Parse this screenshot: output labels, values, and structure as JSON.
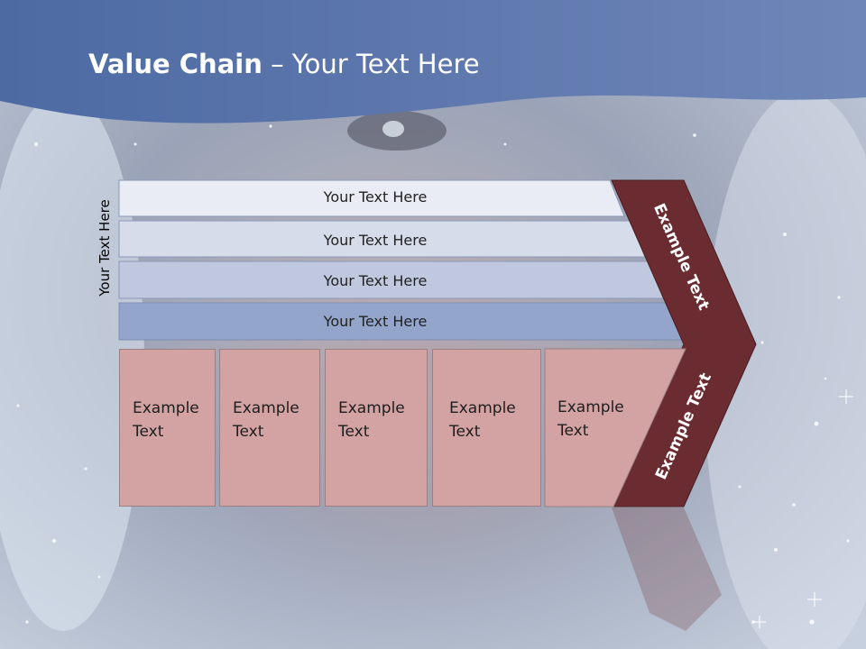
{
  "title": {
    "bold": "Value Chain",
    "rest": " – Your Text Here"
  },
  "side_label": "Your Text Here",
  "bars": [
    {
      "label": "Your Text Here"
    },
    {
      "label": "Your Text Here"
    },
    {
      "label": "Your Text Here"
    },
    {
      "label": "Your Text Here"
    }
  ],
  "boxes": [
    {
      "line1": "Example",
      "line2": "Text"
    },
    {
      "line1": "Example",
      "line2": "Text"
    },
    {
      "line1": "Example",
      "line2": "Text"
    },
    {
      "line1": "Example",
      "line2": "Text"
    },
    {
      "line1": "Example",
      "line2": "Text"
    }
  ],
  "chevron": {
    "upper": "Example Text",
    "lower": "Example Text"
  },
  "colors": {
    "header": "#5b74a8",
    "bar1": "#e9ecf4",
    "bar2": "#d6dcea",
    "bar3": "#bfc8de",
    "bar4": "#93a5cb",
    "box": "#d3a3a4",
    "chevron": "#6a2c31"
  }
}
